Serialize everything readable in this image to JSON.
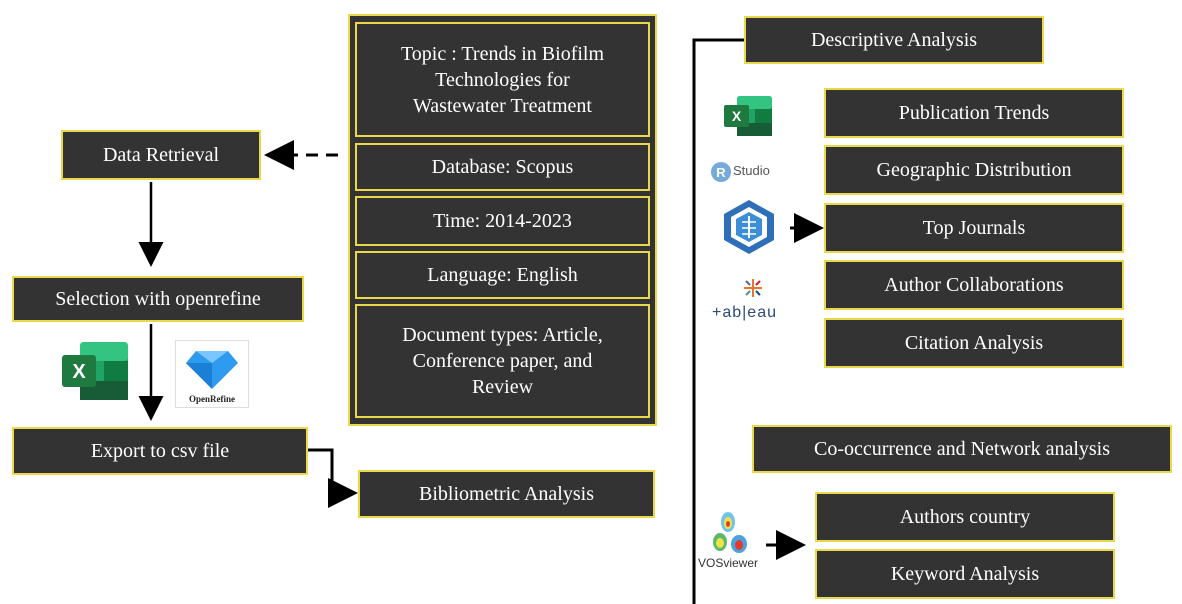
{
  "criteria": {
    "topic": "Topic : Trends in Biofilm\nTechnologies for\nWastewater Treatment",
    "database": "Database: Scopus",
    "time": "Time: 2014-2023",
    "language": "Language: English",
    "doc_types": "Document types: Article,\nConference paper, and\nReview"
  },
  "flow": {
    "data_retrieval": "Data Retrieval",
    "selection": "Selection with openrefine",
    "export": "Export to csv file",
    "bibliometric": "Bibliometric Analysis"
  },
  "descriptive": {
    "title": "Descriptive Analysis",
    "items": [
      "Publication Trends",
      "Geographic Distribution",
      "Top Journals",
      "Author Collaborations",
      "Citation Analysis"
    ]
  },
  "network": {
    "title": "Co-occurrence  and Network analysis",
    "items": [
      "Authors country",
      "Keyword Analysis"
    ]
  },
  "tools": {
    "excel_letter": "X",
    "openrefine_label": "OpenRefine",
    "rstudio_letter": "R",
    "rstudio_label": "Studio",
    "tableau_label": "+ab|eau",
    "vosviewer_label": "VOSviewer"
  },
  "colors": {
    "box_fill": "#333333",
    "box_border": "#e8d84a",
    "excel_green": "#1f7a3f",
    "openrefine_blue": "#2e9bf0",
    "rstudio_blue": "#75aadb",
    "bibliometrix_blue": "#2f6fb8"
  }
}
